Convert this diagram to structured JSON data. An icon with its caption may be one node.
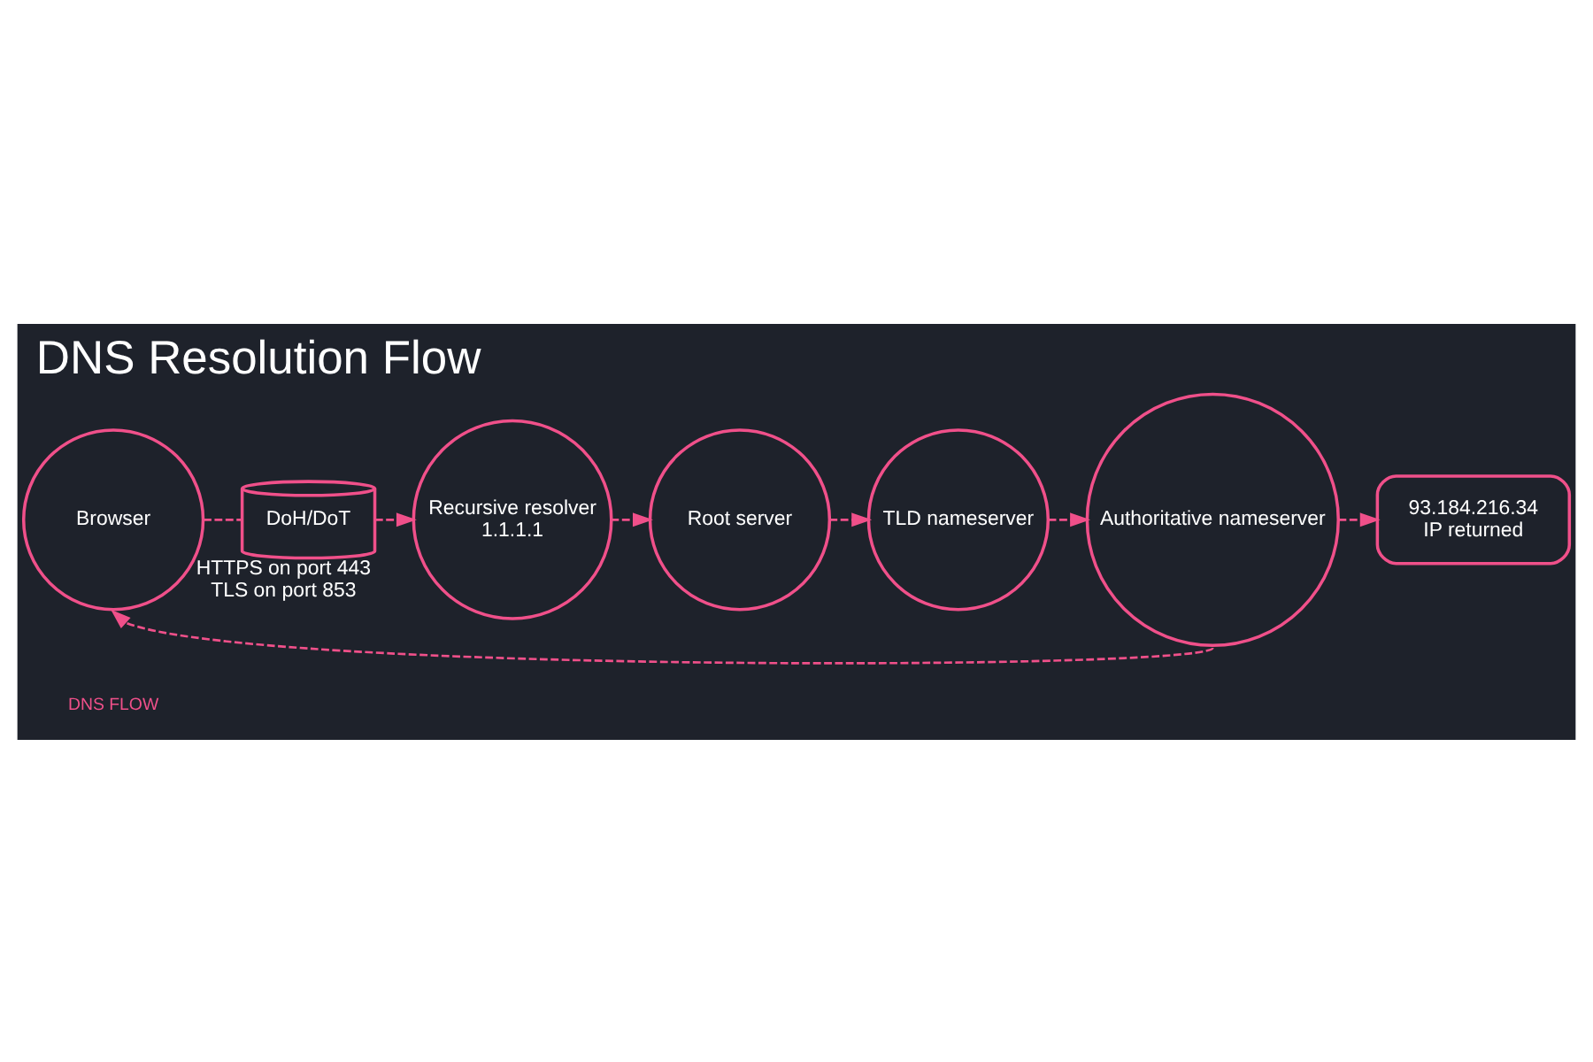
{
  "diagram": {
    "title": "DNS Resolution Flow",
    "nodes": [
      {
        "text": [
          "Browser"
        ]
      },
      {
        "text": [
          "DoH/DoT"
        ],
        "beside": [
          "HTTPS on port 443",
          "TLS on port 853"
        ]
      },
      {
        "text": [
          "Recursive resolver",
          "1.1.1.1"
        ]
      },
      {
        "text": [
          "Root server"
        ]
      },
      {
        "text": [
          "TLD nameserver"
        ]
      },
      {
        "text": [
          "Authoritative nameserver"
        ]
      },
      {
        "text": [
          "93.184.216.34",
          "IP returned"
        ]
      }
    ],
    "edges": [
      {
        "from": 0,
        "to": 1,
        "arrow": "none",
        "style": "dashed"
      },
      {
        "from": 1,
        "to": 2,
        "arrow": "to",
        "style": "dashed"
      },
      {
        "from": 2,
        "to": 3,
        "arrow": "to",
        "style": "dashed"
      },
      {
        "from": 3,
        "to": 4,
        "arrow": "to",
        "style": "dashed"
      },
      {
        "from": 4,
        "to": 5,
        "arrow": "to",
        "style": "dashed"
      },
      {
        "from": 5,
        "to": 6,
        "arrow": "to",
        "style": "dashed"
      },
      {
        "from": 5,
        "to": 0,
        "arrow": "to",
        "style": "dashed"
      }
    ],
    "labels": [
      "DNS FLOW"
    ]
  }
}
